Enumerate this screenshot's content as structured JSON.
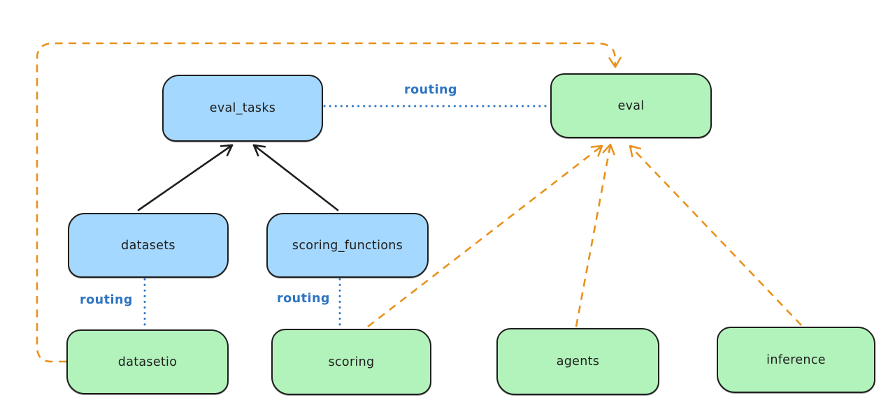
{
  "diagram": {
    "nodes": {
      "eval_tasks": {
        "label": "eval_tasks"
      },
      "eval": {
        "label": "eval"
      },
      "datasets": {
        "label": "datasets"
      },
      "scoring_functions": {
        "label": "scoring_functions"
      },
      "datasetio": {
        "label": "datasetio"
      },
      "scoring": {
        "label": "scoring"
      },
      "agents": {
        "label": "agents"
      },
      "inference": {
        "label": "inference"
      }
    },
    "edge_label": "routing",
    "colors": {
      "resource_fill": "#a5d8ff",
      "api_fill": "#b2f2bb",
      "stroke": "#1e1e1e",
      "routing_blue": "#2e74c2",
      "provider_orange": "#e8921c",
      "background": "#ffffff"
    }
  }
}
